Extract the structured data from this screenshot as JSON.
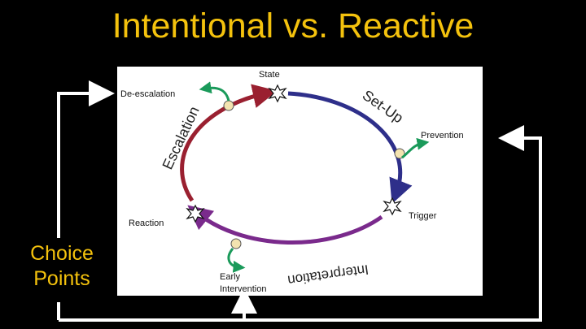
{
  "slide": {
    "title": "Intentional vs. Reactive",
    "choice_points_line1": "Choice",
    "choice_points_line2": "Points"
  },
  "diagram": {
    "nodes": {
      "state": "State",
      "trigger": "Trigger",
      "reaction": "Reaction"
    },
    "arcs": {
      "setup": "Set-Up",
      "interpretation": "Interpretation",
      "escalation": "Escalation"
    },
    "interventions": {
      "deescalation": "De-escalation",
      "prevention": "Prevention",
      "early_line1": "Early",
      "early_line2": "Intervention"
    }
  },
  "colors": {
    "title_text": "#f4c20d",
    "background": "#000000",
    "frame_line": "#ffffff",
    "setup_arc": "#2e2f8a",
    "interpretation_arc": "#7a2a8c",
    "escalation_arc": "#9a2030",
    "intervention_arrow": "#1a9a5a"
  }
}
